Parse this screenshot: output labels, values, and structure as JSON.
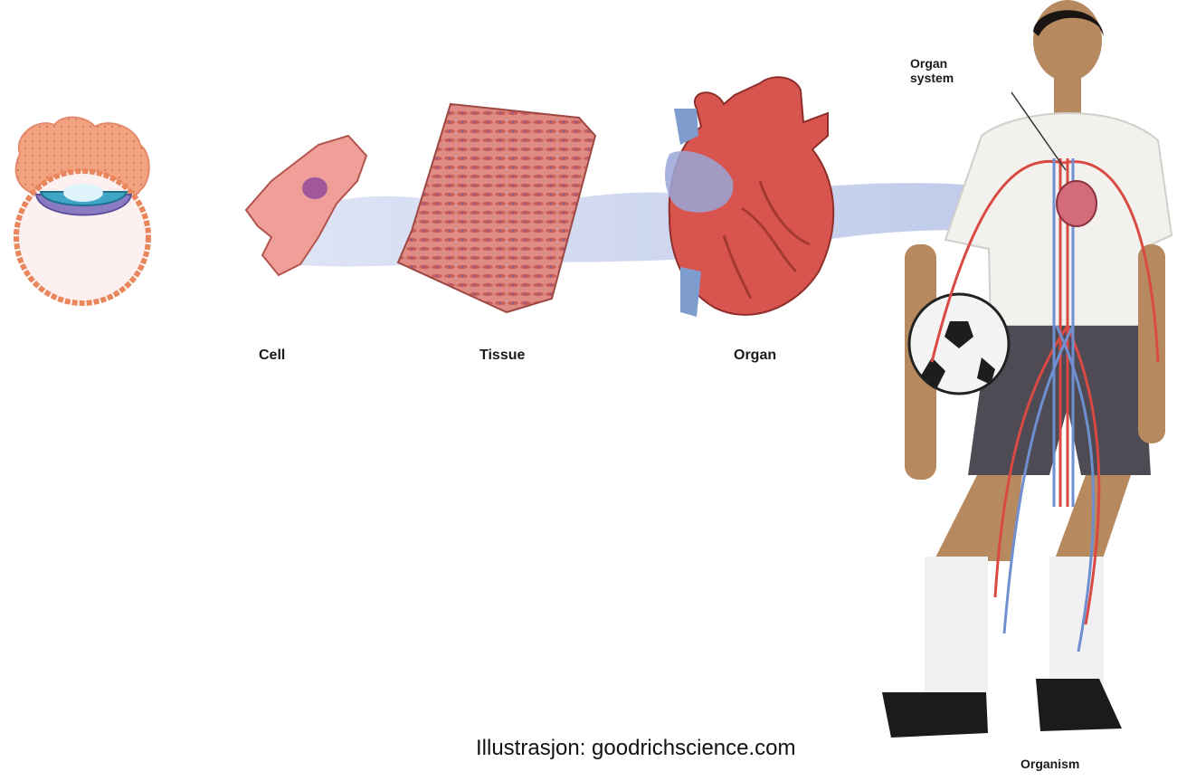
{
  "labels": {
    "cell": "Cell",
    "tissue": "Tissue",
    "organ": "Organ",
    "organ_system_line1": "Organ",
    "organ_system_line2": "system",
    "organism": "Organism"
  },
  "credit": "Illustrasjon: goodrichscience.com",
  "colors": {
    "cell_pink": "#e8908a",
    "tissue_red": "#c85a58",
    "heart_red": "#d8554f",
    "vein_blue": "#7f9ccf",
    "ribbon_blue": "#c9d4ee",
    "shirt": "#f3f1ee",
    "shorts": "#4e4b55"
  },
  "icons": [
    "embryo-blastocyst-illustration",
    "cell-illustration",
    "tissue-illustration",
    "heart-organ-illustration",
    "organism-person-illustration"
  ]
}
